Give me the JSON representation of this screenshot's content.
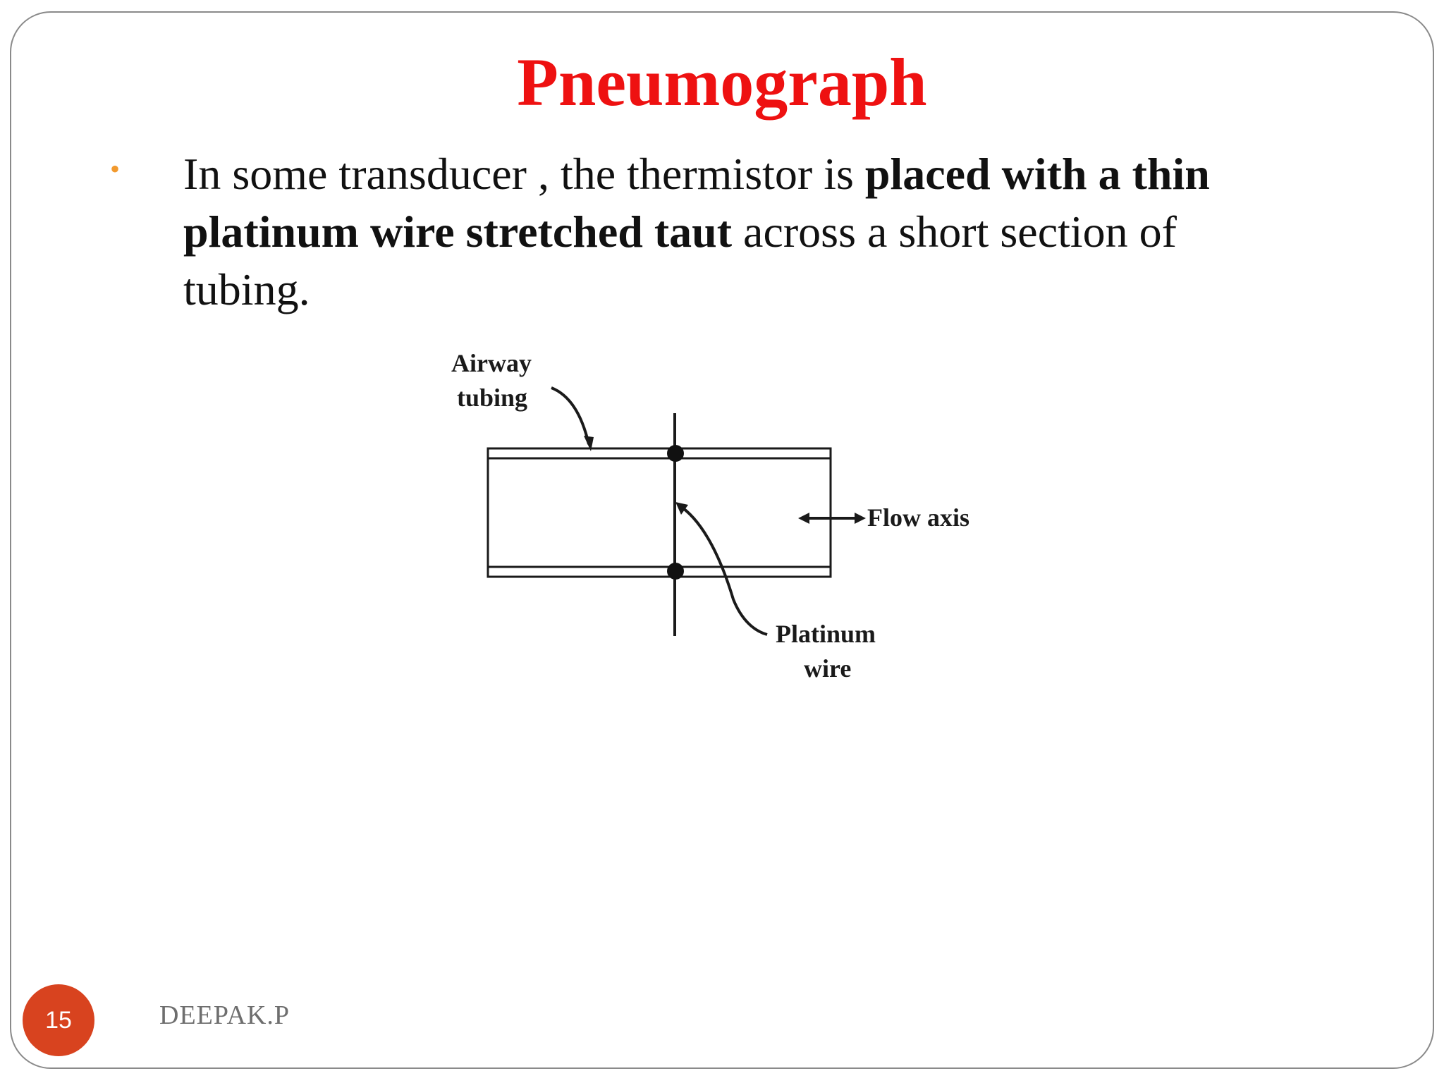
{
  "slide": {
    "title": "Pneumograph",
    "title_color": "#ee1111",
    "bullet_color": "#f29a2e",
    "bullet": {
      "seg1": "In some transducer , the thermistor is ",
      "seg2_bold": "placed with a thin platinum wire stretched taut",
      "seg3": " across a short section of tubing."
    },
    "diagram": {
      "label_airway_line1": "Airway",
      "label_airway_line2": "tubing",
      "label_flow": "Flow axis",
      "label_platinum_line1": "Platinum",
      "label_platinum_line2": "wire"
    },
    "footer": {
      "page_number": "15",
      "page_badge_color": "#d8431f",
      "author": "DEEPAK.P"
    }
  }
}
